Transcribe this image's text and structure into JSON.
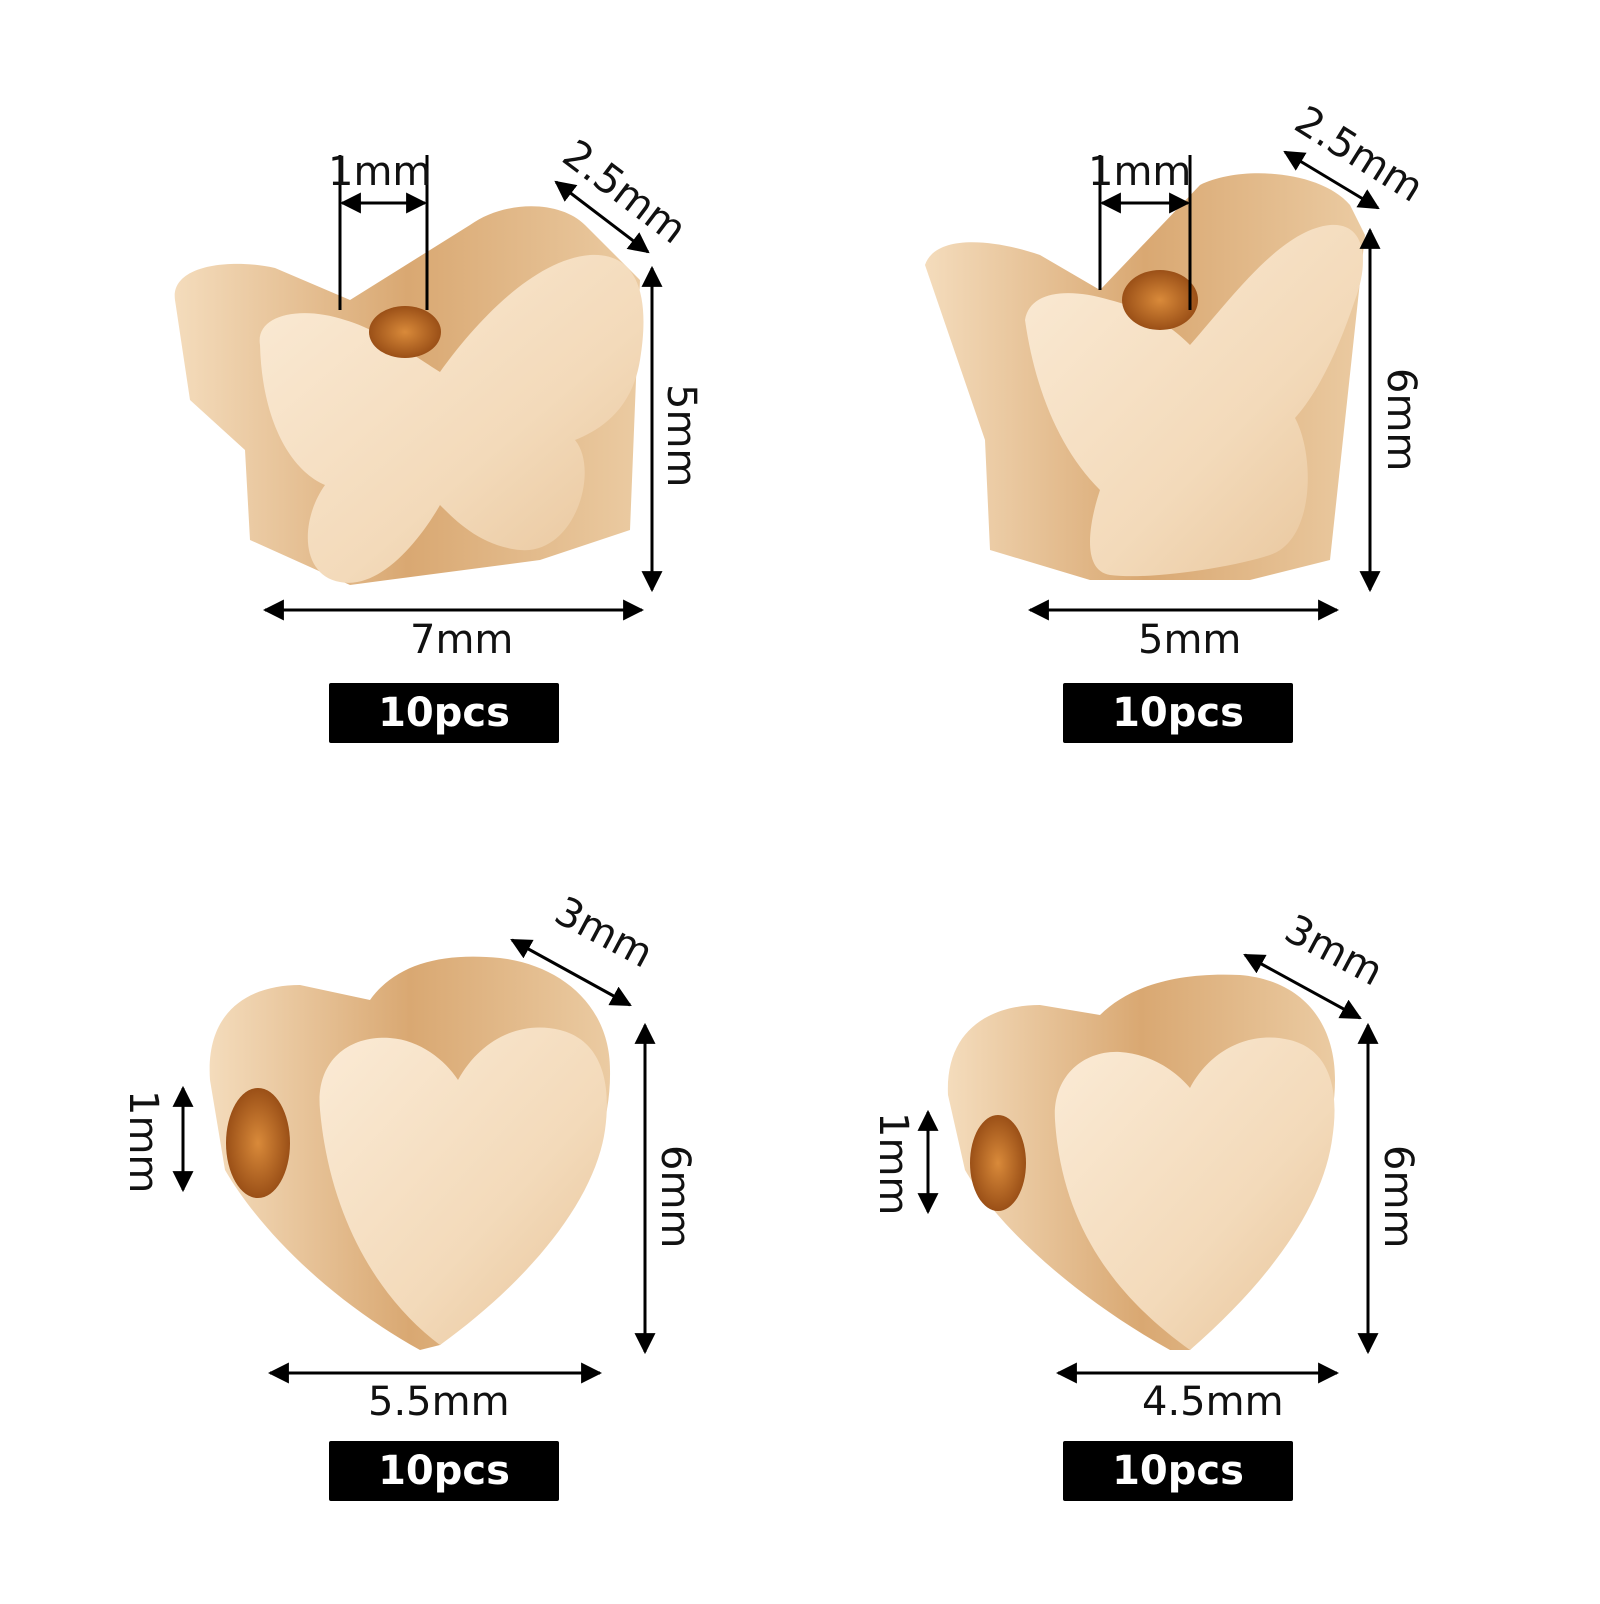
{
  "colors": {
    "gold_light": "#F6E3C9",
    "gold_mid": "#E9C79E",
    "gold_dark": "#C9935E",
    "hole": "#B8641F",
    "label_bg": "#000000",
    "label_text": "#FFFFFF"
  },
  "products": [
    {
      "shape": "butterfly-horizontal",
      "hole": "1mm",
      "thickness": "2.5mm",
      "height": "5mm",
      "width": "7mm",
      "quantity": "10pcs"
    },
    {
      "shape": "butterfly-vertical",
      "hole": "1mm",
      "thickness": "2.5mm",
      "height": "6mm",
      "width": "5mm",
      "quantity": "10pcs"
    },
    {
      "shape": "heart-large",
      "hole": "1mm",
      "thickness": "3mm",
      "height": "6mm",
      "width": "5.5mm",
      "quantity": "10pcs"
    },
    {
      "shape": "heart-small",
      "hole": "1mm",
      "thickness": "3mm",
      "height": "6mm",
      "width": "4.5mm",
      "quantity": "10pcs"
    }
  ]
}
